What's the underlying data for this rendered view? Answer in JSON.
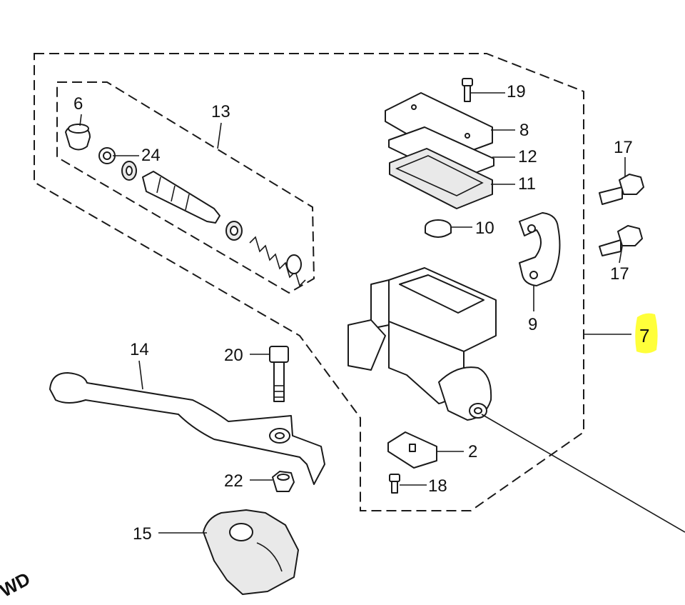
{
  "diagram": {
    "callouts": {
      "p2": "2",
      "p6": "6",
      "p7": "7",
      "p8": "8",
      "p9": "9",
      "p10": "10",
      "p11": "11",
      "p12": "12",
      "p13": "13",
      "p14": "14",
      "p15": "15",
      "p17a": "17",
      "p17b": "17",
      "p18": "18",
      "p19": "19",
      "p20": "20",
      "p22": "22",
      "p24": "24"
    },
    "direction_label": "WD",
    "highlight_color": "#ffff3a",
    "line_color": "#1a1a1a"
  }
}
